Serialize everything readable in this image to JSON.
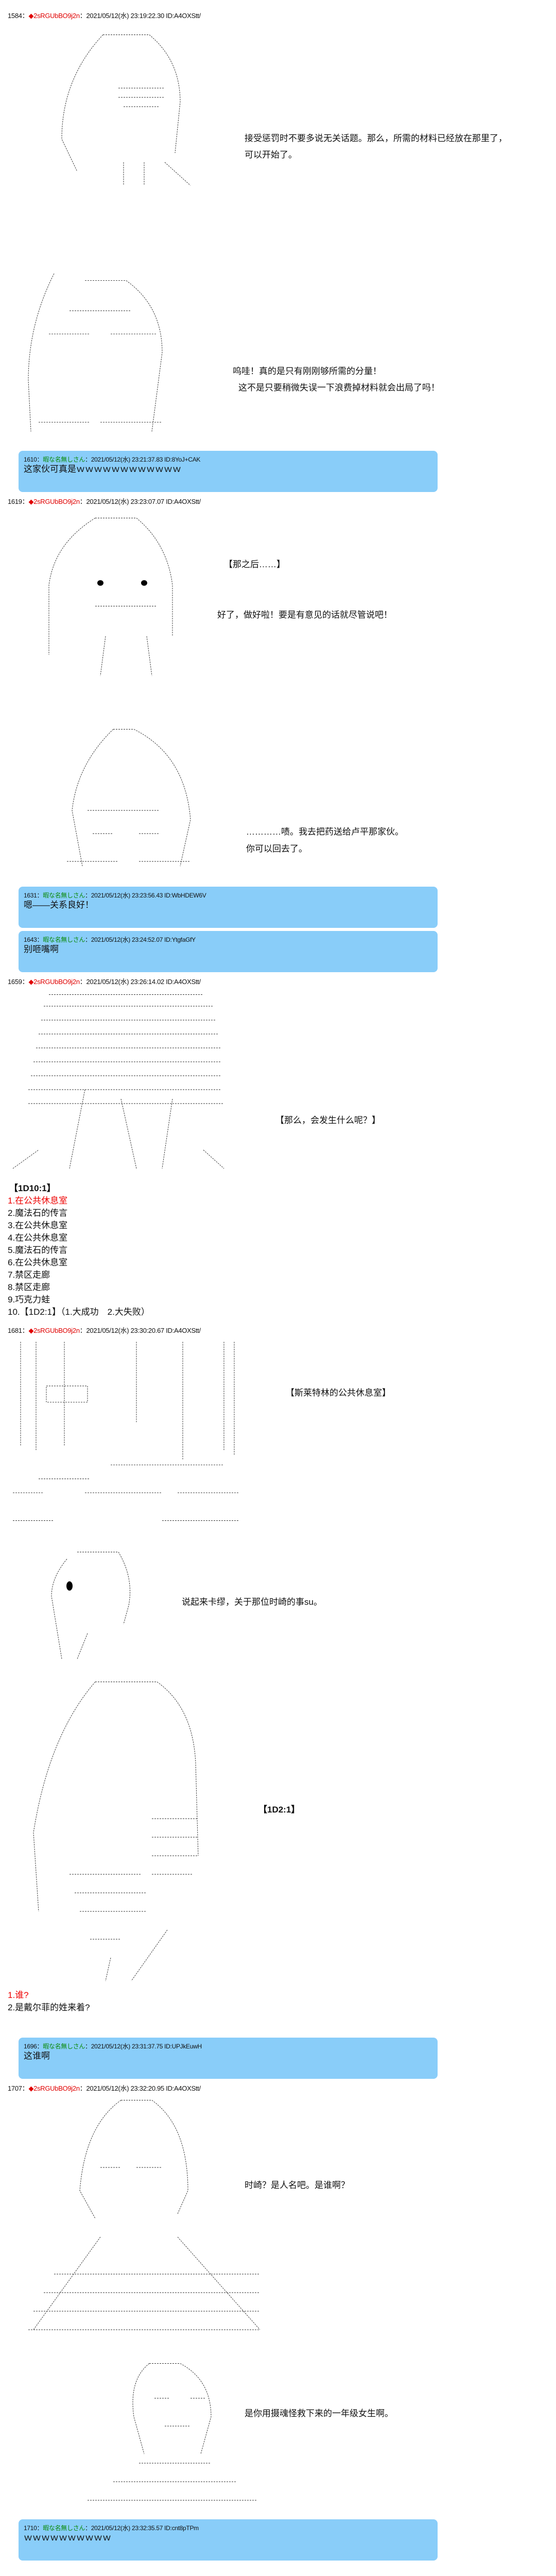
{
  "colors": {
    "author_name": "#e00000",
    "reader_name": "#0a8a0a",
    "reply_box": "#89cdf9",
    "highlight": "#ee0000"
  },
  "posts": [
    {
      "no": "1584",
      "sep": "：",
      "diamond": "◆",
      "name": "2sRGUbBO9j2n",
      "date": "2021/05/12(水) 23:19:22.30",
      "id": "ID:A4OXStt/",
      "lines": [
        "接受惩罚时不要多说无关话题。那么，所需的材料已经放在那里了，",
        "可以开始了。",
        "呜哇！真的是只有刚刚够所需的分量！",
        "这不是只要稍微失误一下浪费掉材料就会出局了吗！"
      ]
    },
    {
      "no": "1610",
      "sep": "：",
      "name": "暇な名無しさん",
      "date": "2021/05/12(水) 23:21:37.83",
      "id": "ID:8YoJ+CAK",
      "text": "这家伙可真是ｗｗｗｗｗｗｗｗｗｗｗｗ"
    },
    {
      "no": "1619",
      "sep": "：",
      "diamond": "◆",
      "name": "2sRGUbBO9j2n",
      "date": "2021/05/12(水) 23:23:07.07",
      "id": "ID:A4OXStt/",
      "lines": [
        "【那之后……】",
        "好了，做好啦！要是有意见的话就尽管说吧！",
        "…………啧。我去把药送给卢平那家伙。",
        "你可以回去了。"
      ]
    },
    {
      "no": "1631",
      "sep": "：",
      "name": "暇な名無しさん",
      "date": "2021/05/12(水) 23:23:56.43",
      "id": "ID:WbHDEW6V",
      "text": "嗯——关系良好！"
    },
    {
      "no": "1643",
      "sep": "：",
      "name": "暇な名無しさん",
      "date": "2021/05/12(水) 23:24:52.07",
      "id": "ID:YtgfaGfY",
      "text": "别咂嘴啊"
    },
    {
      "no": "1659",
      "sep": "：",
      "diamond": "◆",
      "name": "2sRGUbBO9j2n",
      "date": "2021/05/12(水) 23:26:14.02",
      "id": "ID:A4OXStt/",
      "lines": [
        "【那么，会发生什么呢？】",
        "【1D10:1】"
      ],
      "options": [
        "1.在公共休息室",
        "2.魔法石的传言",
        "3.在公共休息室",
        "4.在公共休息室",
        "5.魔法石的传言",
        "6.在公共休息室",
        "7.禁区走廊",
        "8.禁区走廊",
        "9.巧克力蛙",
        "10.【1D2:1】（1.大成功　2.大失败）"
      ]
    },
    {
      "no": "1681",
      "sep": "：",
      "diamond": "◆",
      "name": "2sRGUbBO9j2n",
      "date": "2021/05/12(水) 23:30:20.67",
      "id": "ID:A4OXStt/",
      "lines": [
        "【斯莱特林的公共休息室】",
        "说起来卡缪，关于那位时崎的事su。",
        "【1D2:1】"
      ],
      "options": [
        "1.谁?",
        "2.是戴尔菲的姓来着?"
      ]
    },
    {
      "no": "1696",
      "sep": "：",
      "name": "暇な名無しさん",
      "date": "2021/05/12(水) 23:31:37.75",
      "id": "ID:UPJkEuwH",
      "text": "这谁啊"
    },
    {
      "no": "1707",
      "sep": "：",
      "diamond": "◆",
      "name": "2sRGUbBO9j2n",
      "date": "2021/05/12(水) 23:32:20.95",
      "id": "ID:A4OXStt/",
      "lines": [
        "时崎？是人名吧。是谁啊？",
        "是你用摄魂怪救下来的一年级女生啊。"
      ]
    },
    {
      "no": "1710",
      "sep": "：",
      "name": "暇な名無しさん",
      "date": "2021/05/12(水) 23:32:35.57",
      "id": "ID:cnt8pTPm",
      "text": "ｗｗｗｗｗｗｗｗｗｗ"
    }
  ]
}
